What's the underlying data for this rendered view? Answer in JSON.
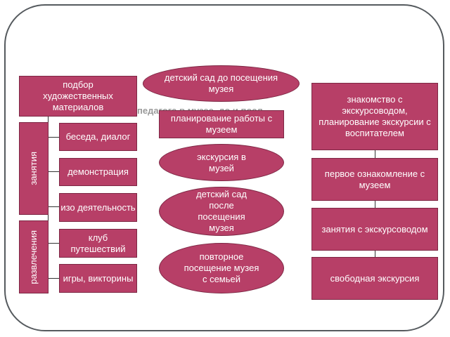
{
  "left": {
    "top_box": "подбор художественных материалов",
    "group_lessons": "занятия",
    "group_entertainment": "развлечения",
    "items": [
      "беседа, диалог",
      "демонстрация",
      "изо деятельность",
      "клуб путешествий",
      "игры, викторины"
    ]
  },
  "center": {
    "top_ellipse": "детский сад до посещения музея",
    "planning_box": "планирование работы с музеем",
    "excursion_ellipse": "экскурсия в музей",
    "after_ellipse": "детский сад после посещения музея",
    "repeat_ellipse": "повторное посещение музея  с семьей"
  },
  "overlay_text": "педагога в музее, до и посл",
  "right": {
    "items": [
      "знакомство с экскурсоводом, планирование экскурсии с воспитателем",
      "первое ознакомление с музеем",
      "занятия с экскурсоводом",
      "свободная экскурсия"
    ]
  }
}
